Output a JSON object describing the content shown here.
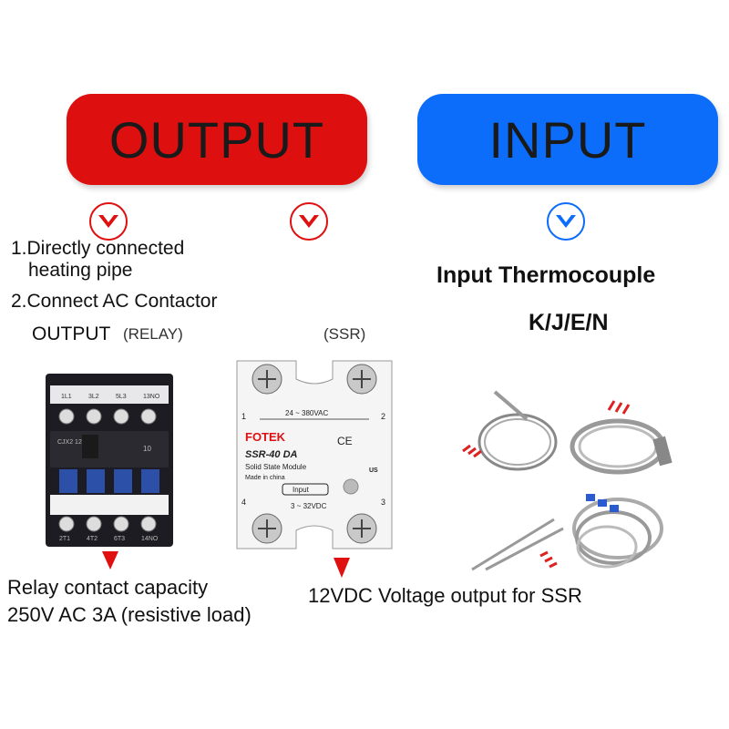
{
  "banners": {
    "output": "OUTPUT",
    "input": "INPUT"
  },
  "left_list": {
    "item1_line1": "1.Directly connected",
    "item1_line2": "heating pipe",
    "item2": "2.Connect AC Contactor",
    "output_label": "OUTPUT",
    "relay_label": "(RELAY)"
  },
  "ssr_label": "(SSR)",
  "input_heading": "Input Thermocouple",
  "input_types": "K/J/E/N",
  "relay_caption_line1": "Relay contact capacity",
  "relay_caption_line2": "250V AC 3A (resistive load)",
  "ssr_caption": "12VDC Voltage output for SSR",
  "contactor": {
    "terminals_top": [
      "1L1",
      "3L2",
      "5L3",
      "13NO"
    ],
    "model": "CJX2\n1210",
    "number": "10",
    "terminals_bottom": [
      "2T1",
      "4T2",
      "6T3",
      "14NO"
    ]
  },
  "ssr_device": {
    "voltage_ac": "24 ~ 380VAC",
    "brand": "FOTEK",
    "model": "SSR-40 DA",
    "subtitle": "Solid State Module",
    "made_in": "Made in china",
    "input_tag": "Input",
    "voltage_dc": "3 ~ 32VDC",
    "terminal_1": "1",
    "terminal_2": "2",
    "terminal_3": "3",
    "terminal_4": "4",
    "ce_mark": "CE",
    "us_mark": "US"
  },
  "colors": {
    "output_red": "#de0f0f",
    "input_blue": "#0c6dfa",
    "arrow_red": "#e01010"
  }
}
